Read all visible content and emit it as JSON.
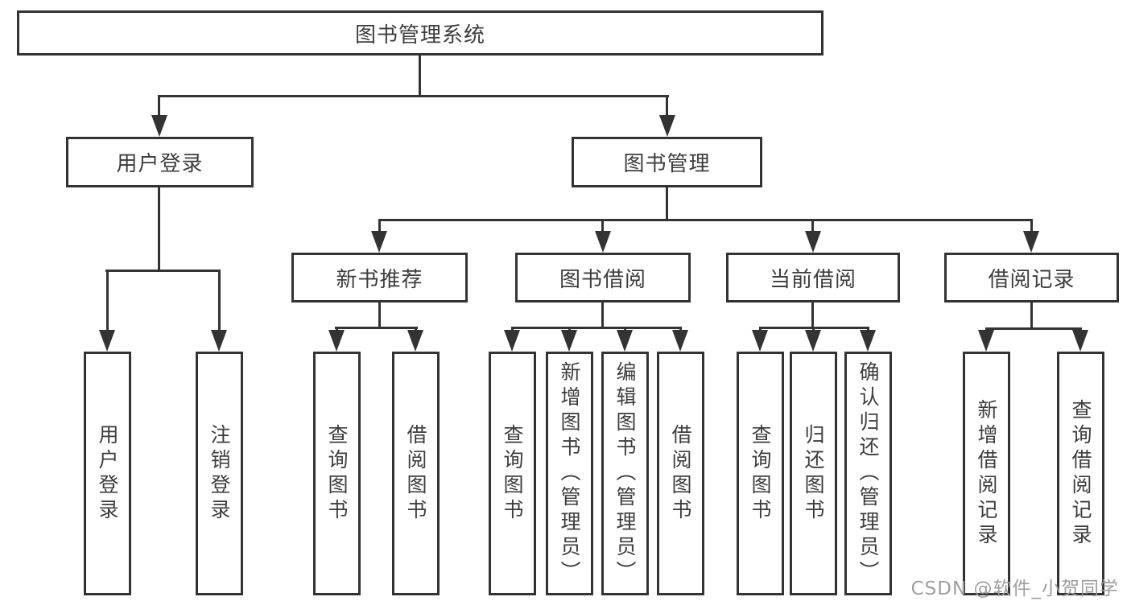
{
  "colors": {
    "line": "#333333",
    "text": "#3d3d3d",
    "box_background": "#ffffff",
    "page_background": "#ffffff",
    "watermark_color": "#9e9e9e"
  },
  "nodes": {
    "root": {
      "label": "图书管理系统"
    },
    "user_login_group": {
      "label": "用户登录"
    },
    "book_management_group": {
      "label": "图书管理"
    },
    "new_book_recommend": {
      "label": "新书推荐"
    },
    "book_borrowing": {
      "label": "图书借阅"
    },
    "current_borrowing": {
      "label": "当前借阅"
    },
    "borrowing_records": {
      "label": "借阅记录"
    },
    "leaves": {
      "user_login": {
        "label": "用户登录"
      },
      "logout": {
        "label": "注销登录"
      },
      "query_book_1": {
        "label": "查询图书"
      },
      "borrow_book_1": {
        "label": "借阅图书"
      },
      "query_book_2": {
        "label": "查询图书"
      },
      "add_book_admin": {
        "label": "新增图书（管理员）"
      },
      "edit_book_admin": {
        "label": "编辑图书（管理员）"
      },
      "borrow_book_2": {
        "label": "借阅图书"
      },
      "query_book_3": {
        "label": "查询图书"
      },
      "return_book": {
        "label": "归还图书"
      },
      "confirm_return_admin": {
        "label": "确认归还（管理员）"
      },
      "add_borrow_record": {
        "label": "新增借阅记录"
      },
      "query_borrow_record": {
        "label": "查询借阅记录"
      }
    }
  },
  "hierarchy": {
    "图书管理系统": [
      "用户登录",
      "图书管理"
    ],
    "用户登录": [
      "用户登录",
      "注销登录"
    ],
    "图书管理": [
      "新书推荐",
      "图书借阅",
      "当前借阅",
      "借阅记录"
    ],
    "新书推荐": [
      "查询图书",
      "借阅图书"
    ],
    "图书借阅": [
      "查询图书",
      "新增图书（管理员）",
      "编辑图书（管理员）",
      "借阅图书"
    ],
    "当前借阅": [
      "查询图书",
      "归还图书",
      "确认归还（管理员）"
    ],
    "借阅记录": [
      "新增借阅记录",
      "查询借阅记录"
    ]
  },
  "watermark": {
    "text": "CSDN @软件_小贺同学"
  }
}
